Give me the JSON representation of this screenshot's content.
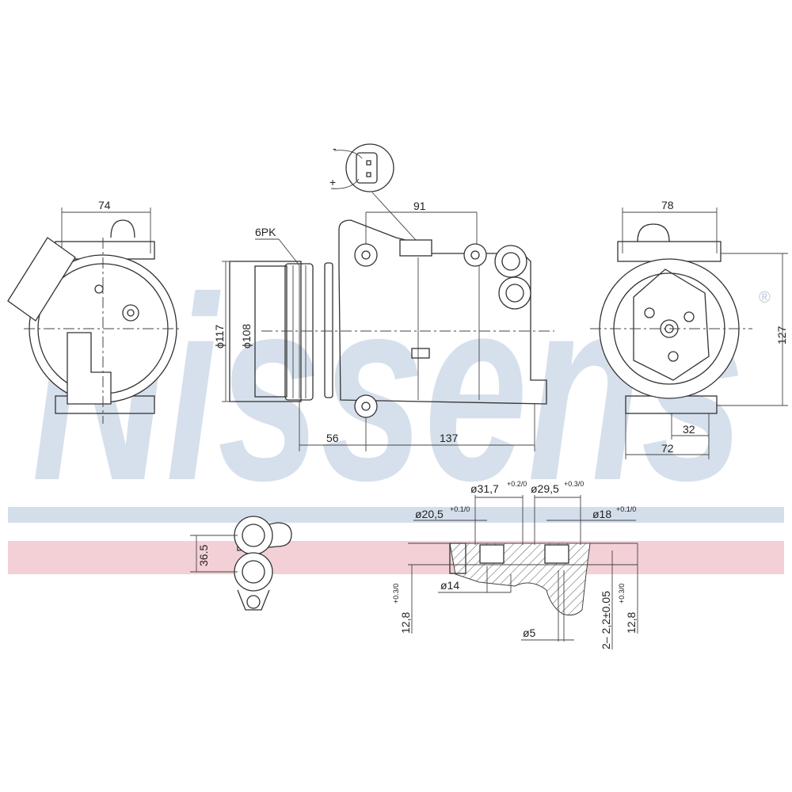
{
  "watermark": {
    "brand": "Nissens",
    "registered": "®",
    "color": "#c9d6e6"
  },
  "bands": {
    "blue": "#c9d6e6",
    "pink": "#f0c4cc"
  },
  "connector": {
    "minus": "-",
    "plus": "+"
  },
  "front_view": {
    "width_label": "74"
  },
  "side_view": {
    "belt_label": "6PK",
    "pulley_outer_label": "ϕ117",
    "pulley_inner_label": "ϕ108",
    "mount_spacing_label": "91",
    "pulley_offset_label": "56",
    "body_length_label": "137"
  },
  "rear_view": {
    "width_label": "78",
    "height_label": "127",
    "offset_label": "32",
    "base_label": "72"
  },
  "port_view": {
    "spacing_label": "36.5"
  },
  "port_section": {
    "d1": "ø31,7",
    "d1_tol": "+0.2/0",
    "d2": "ø29,5",
    "d2_tol": "+0.3/0",
    "d3": "ø20,5",
    "d3_tol": "+0.1/0",
    "d4": "ø18",
    "d4_tol": "+0.1/0",
    "d5": "ø14",
    "d6": "ø5",
    "depth_left": "12,8",
    "depth_left_tol": "+0.3/0",
    "depth_right": "12,8",
    "depth_right_tol": "+0.3/0",
    "holes": "2– 2,2±0.05"
  }
}
